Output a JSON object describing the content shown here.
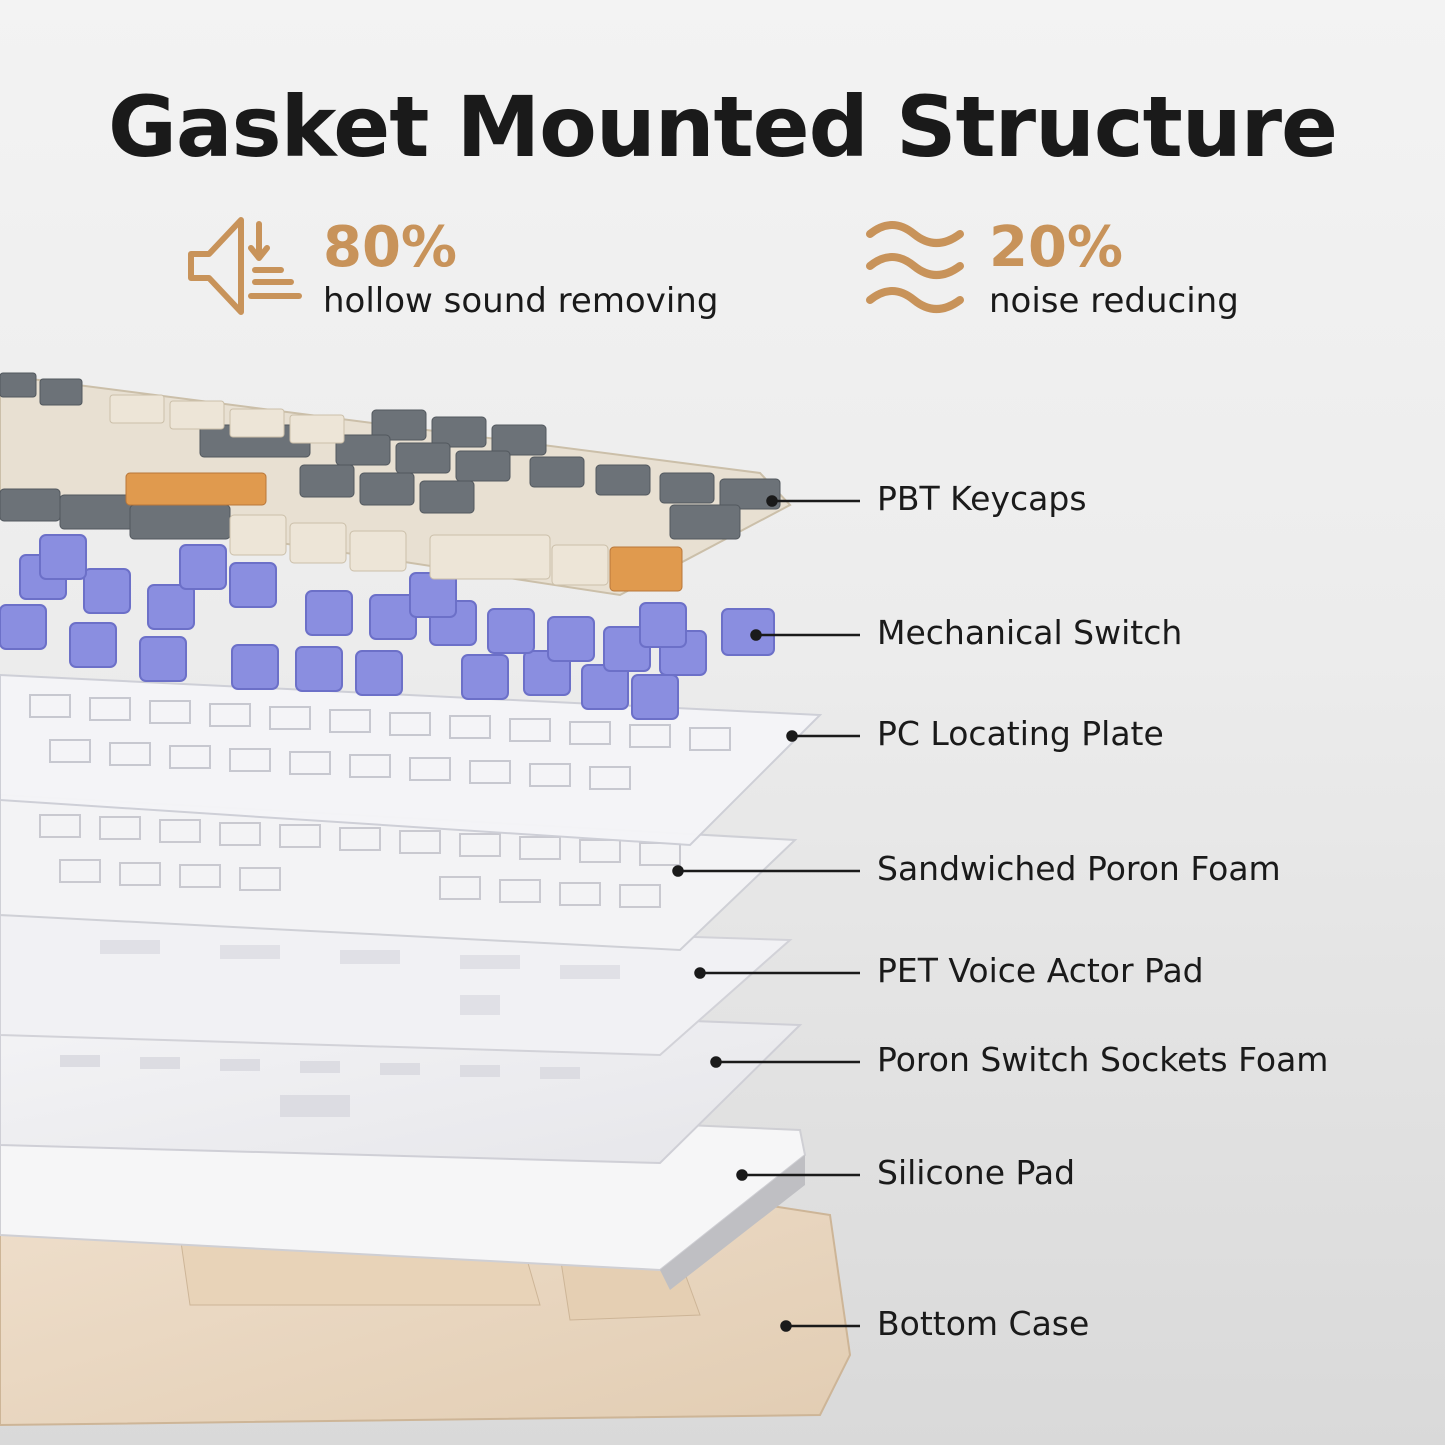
{
  "title": "Gasket Mounted Structure",
  "accent_color": "#c8935a",
  "stats": [
    {
      "icon": "speaker-sound-down-icon",
      "value": "80%",
      "label": "hollow sound removing"
    },
    {
      "icon": "wave-icon",
      "value": "20%",
      "label": "noise reducing"
    }
  ],
  "layers": [
    "PBT Keycaps",
    "Mechanical Switch",
    "PC Locating Plate",
    "Sandwiched Poron Foam",
    "PET Voice Actor Pad",
    "Poron Switch Sockets Foam",
    "Silicone Pad",
    "Bottom Case"
  ],
  "colors": {
    "keycap_cream": "#ebe3d5",
    "keycap_grey": "#6c7278",
    "keycap_orange": "#e09a4e",
    "switch_purple": "#8a8ee0",
    "case_beige": "#ead8c2"
  }
}
